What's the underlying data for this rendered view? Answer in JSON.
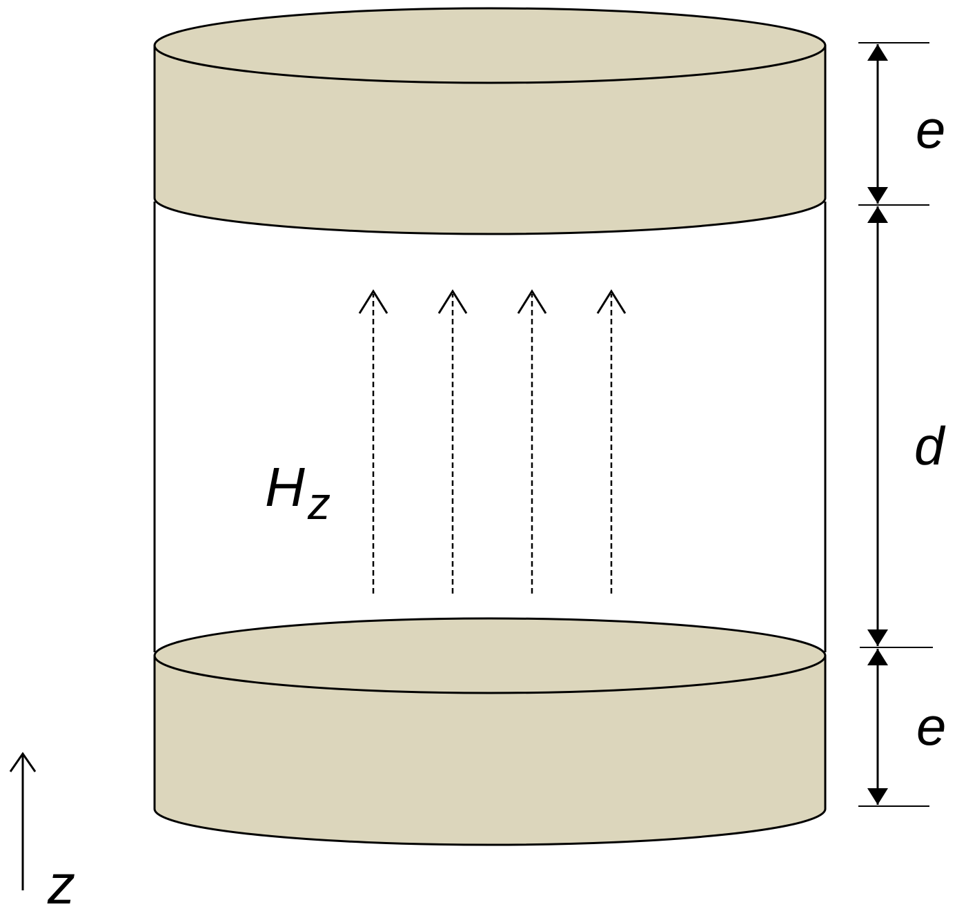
{
  "labels": {
    "top_disk_thickness": "e",
    "gap_height": "d",
    "bottom_disk_thickness": "e",
    "field_main": "H",
    "field_subscript": "z",
    "axis": "z"
  },
  "field_arrow_count": 4,
  "colors": {
    "disk_fill": "#dcd6bc",
    "stroke": "#000000",
    "background": "#ffffff"
  }
}
